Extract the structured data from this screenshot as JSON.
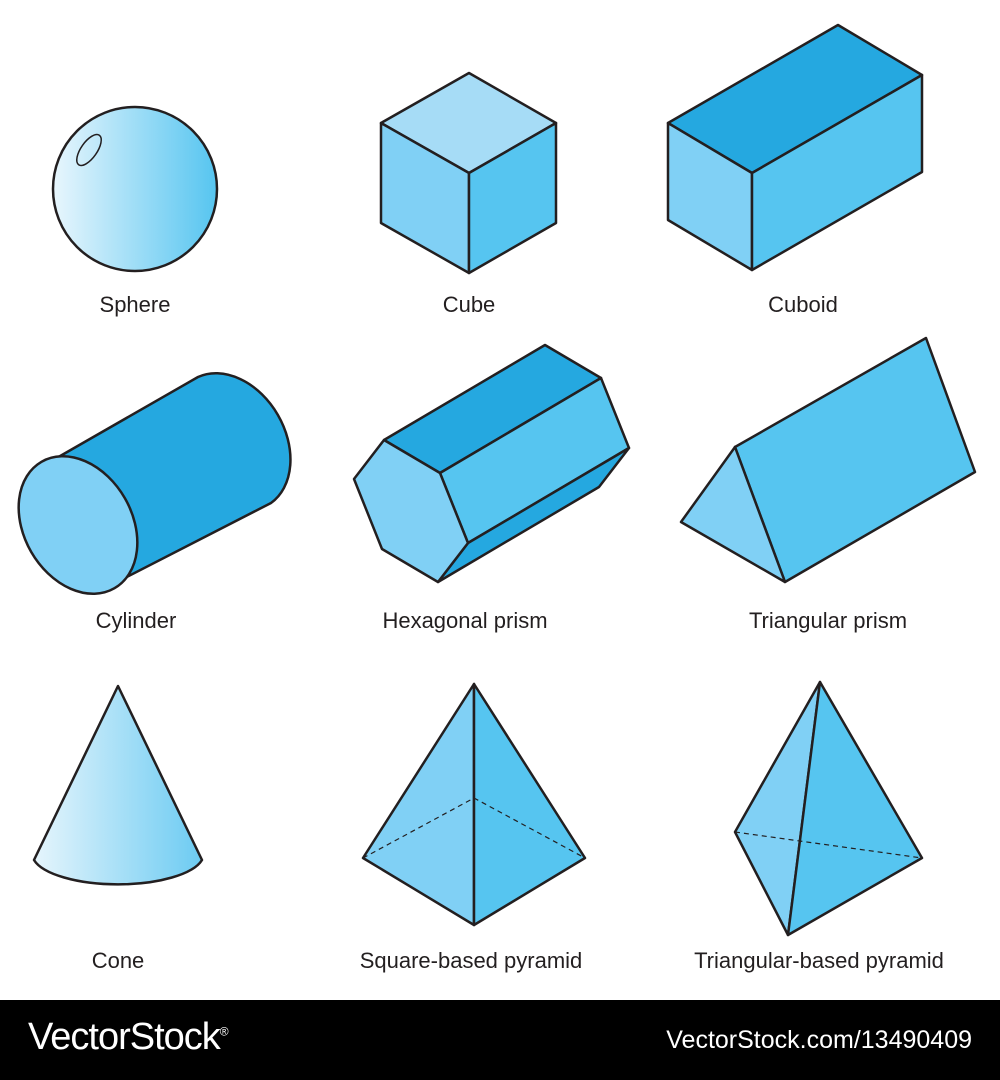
{
  "colors": {
    "outline": "#231f20",
    "face_light": "#a6dcf6",
    "face_mid": "#80d0f5",
    "face_main": "#56c5f0",
    "face_dark": "#25a8e0",
    "footer_bg": "#000000"
  },
  "shapes": [
    {
      "name": "sphere",
      "label": "Sphere"
    },
    {
      "name": "cube",
      "label": "Cube"
    },
    {
      "name": "cuboid",
      "label": "Cuboid"
    },
    {
      "name": "cylinder",
      "label": "Cylinder"
    },
    {
      "name": "hexagonal-prism",
      "label": "Hexagonal prism"
    },
    {
      "name": "triangular-prism",
      "label": "Triangular prism"
    },
    {
      "name": "cone",
      "label": "Cone"
    },
    {
      "name": "square-based-pyramid",
      "label": "Square-based pyramid"
    },
    {
      "name": "triangular-based-pyramid",
      "label": "Triangular-based pyramid"
    }
  ],
  "footer": {
    "brand": "VectorStock",
    "registered_mark": "®",
    "credit": "VectorStock.com/13490409"
  }
}
